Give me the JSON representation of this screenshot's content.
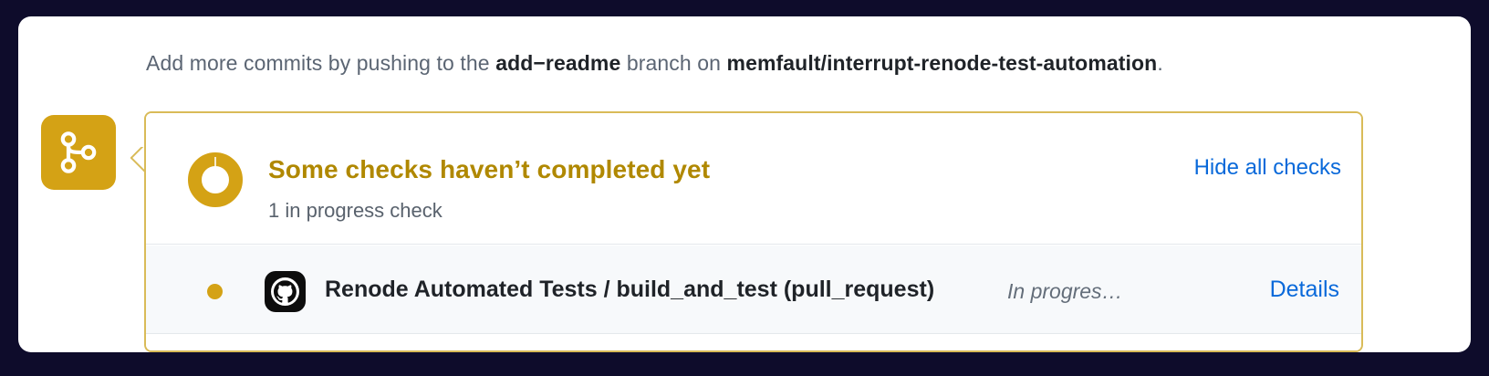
{
  "theme": {
    "backdrop": "#0e0c2b",
    "page_background": "#ffffff",
    "accent_yellow": "#d4a215",
    "border_yellow": "#d9bb58",
    "link_blue": "#0969da",
    "title_gold": "#b08800",
    "muted_text": "#59626d",
    "row_background": "#f7f9fb"
  },
  "commit_notice": {
    "lead": "Add more commits by pushing to the ",
    "branch_name": "add−readme",
    "middle": " branch on ",
    "repo": "memfault/interrupt-renode-test-automation",
    "trailing": "."
  },
  "branch_badge": {
    "icon": "git-branch-icon"
  },
  "status_card": {
    "spinner_icon": "in-progress-spinner-icon",
    "title": "Some checks haven’t completed yet",
    "subtitle": "1 in progress check",
    "hide_all_checks_label": "Hide all checks",
    "checks": [
      {
        "state_icon": "yellow-dot-icon",
        "app_icon": "github-actions-icon",
        "name": "Renode Automated Tests / build_and_test (pull_request)",
        "status": "In progres…",
        "details_label": "Details"
      }
    ]
  }
}
